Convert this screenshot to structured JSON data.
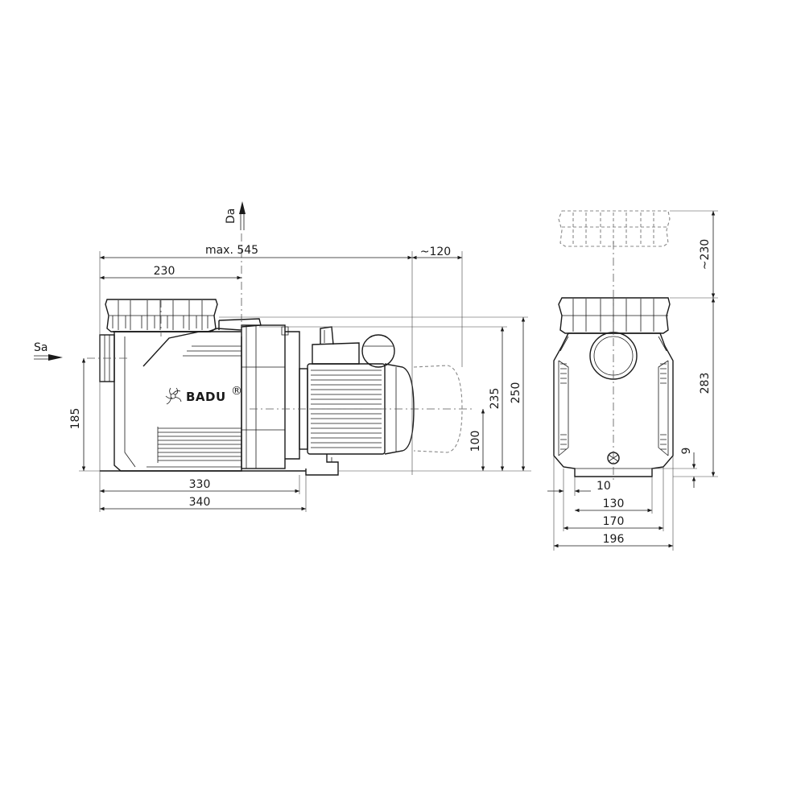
{
  "brand": {
    "logo_text": "BADU",
    "registered_mark": "®"
  },
  "ports": {
    "suction": "Sa",
    "discharge": "Da"
  },
  "dimensions": {
    "overall_length": "max. 545",
    "motor_clearance": "~120",
    "housing_width": "230",
    "suction_height": "185",
    "base_length": "330",
    "total_base": "340",
    "shaft_height": "100",
    "outlet_height": "235",
    "total_height": "250",
    "lid_removal": "~230",
    "side_height": "283",
    "foot_height": "9",
    "foot_offset": "10",
    "bolt_spacing": "130",
    "foot_span": "170",
    "total_width": "196"
  },
  "colors": {
    "line": "#1a1a1a",
    "background": "#ffffff"
  }
}
